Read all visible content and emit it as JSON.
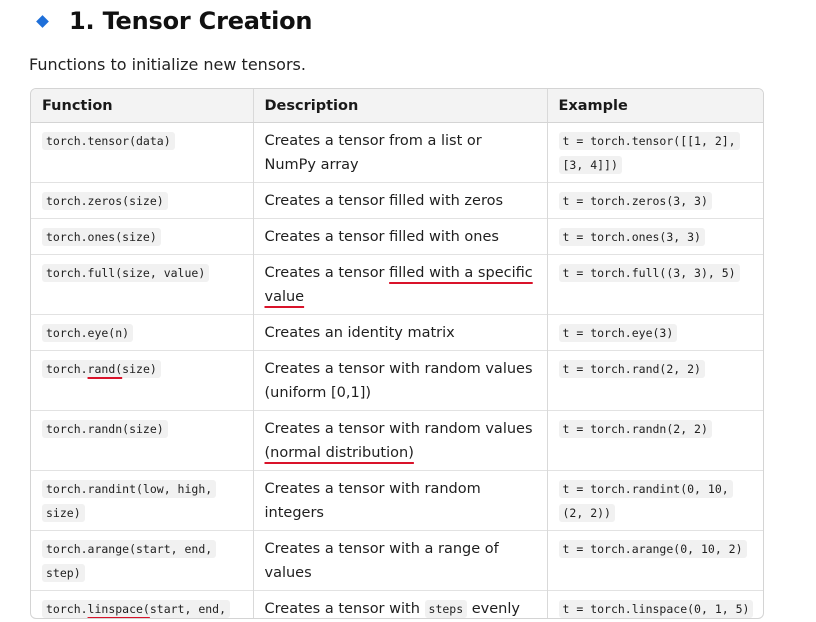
{
  "heading": {
    "text": "1. Tensor Creation",
    "icon": "diamond-bullet-icon",
    "icon_color": "#1e6fd9"
  },
  "intro": "Functions to initialize new tensors.",
  "table": {
    "headers": {
      "function": "Function",
      "description": "Description",
      "example": "Example"
    },
    "rows": [
      {
        "function": "torch.tensor(data)",
        "description": "Creates a tensor from a list or NumPy array",
        "example": "t = torch.tensor([[1, 2], [3, 4]])"
      },
      {
        "function": "torch.zeros(size)",
        "description": "Creates a tensor filled with zeros",
        "example": "t = torch.zeros(3, 3)"
      },
      {
        "function": "torch.ones(size)",
        "description": "Creates a tensor filled with ones",
        "example": "t = torch.ones(3, 3)"
      },
      {
        "function": "torch.full(size, value)",
        "description_pre": "Creates a tensor ",
        "description_mark": "filled with a specific value",
        "example": "t = torch.full((3, 3), 5)"
      },
      {
        "function": "torch.eye(n)",
        "description": "Creates an identity matrix",
        "example": "t = torch.eye(3)"
      },
      {
        "function_pre": "torch.",
        "function_mark": "rand(",
        "function_post": "size)",
        "description": "Creates a tensor with random values (uniform [0,1])",
        "example": "t = torch.rand(2, 2)"
      },
      {
        "function": "torch.randn(size)",
        "description_pre": "Creates a tensor with random values ",
        "description_mark": "(normal distribution)",
        "example": "t = torch.randn(2, 2)"
      },
      {
        "function": "torch.randint(low, high, size)",
        "description": "Creates a tensor with random integers",
        "example": "t = torch.randint(0, 10, (2, 2))"
      },
      {
        "function": "torch.arange(start, end, step)",
        "description": "Creates a tensor with a range of values",
        "example": "t = torch.arange(0, 10, 2)"
      },
      {
        "function_pre": "torch.",
        "function_mark": "linspace(",
        "function_post": "start, end, steps)",
        "description_pre": "Creates a tensor with ",
        "description_code": "steps",
        "description_post": " evenly spaced points",
        "example": "t = torch.linspace(0, 1, 5)"
      }
    ]
  },
  "annotation_color": "#d9132a"
}
